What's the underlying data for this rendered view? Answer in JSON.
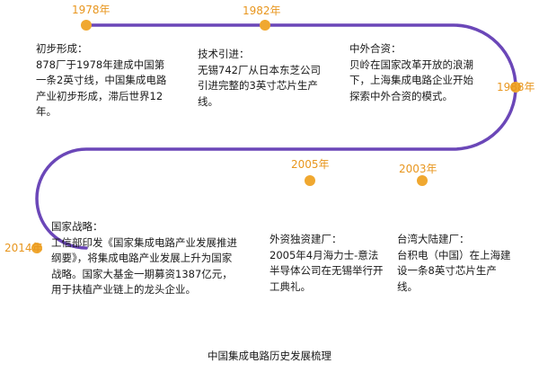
{
  "colors": {
    "timeline_line": "#6b47b8",
    "milestone_dot": "#f0a830",
    "year_label": "#e8961e",
    "text": "#1a1a1a"
  },
  "milestones": [
    {
      "year": "1978年",
      "heading": "初步形成：",
      "body": "878厂于1978年建成中国第一条2英寸线，中国集成电路产业初步形成，滞后世界12年。"
    },
    {
      "year": "1982年",
      "heading": "技术引进：",
      "body": "无锡742厂从日本东芝公司引进完整的3英寸芯片生产线。"
    },
    {
      "year": "1988年",
      "heading": "中外合资：",
      "body": "贝岭在国家改革开放的浪潮下，上海集成电路企业开始探索中外合资的模式。"
    },
    {
      "year": "2003年",
      "heading": "台湾大陆建厂：",
      "body": "台积电（中国）在上海建设一条8英寸芯片生产线。"
    },
    {
      "year": "2005年",
      "heading": "外资独资建厂：",
      "body": "2005年4月海力士-意法半导体公司在无锡举行开工典礼。"
    },
    {
      "year": "2014年",
      "heading": "国家战略：",
      "body": "工信部印发《国家集成电路产业发展推进纲要》，将集成电路产业发展上升为国家战略。国家大基金一期募资1387亿元，用于扶植产业链上的龙头企业。"
    }
  ],
  "caption": "中国集成电路历史发展梳理"
}
